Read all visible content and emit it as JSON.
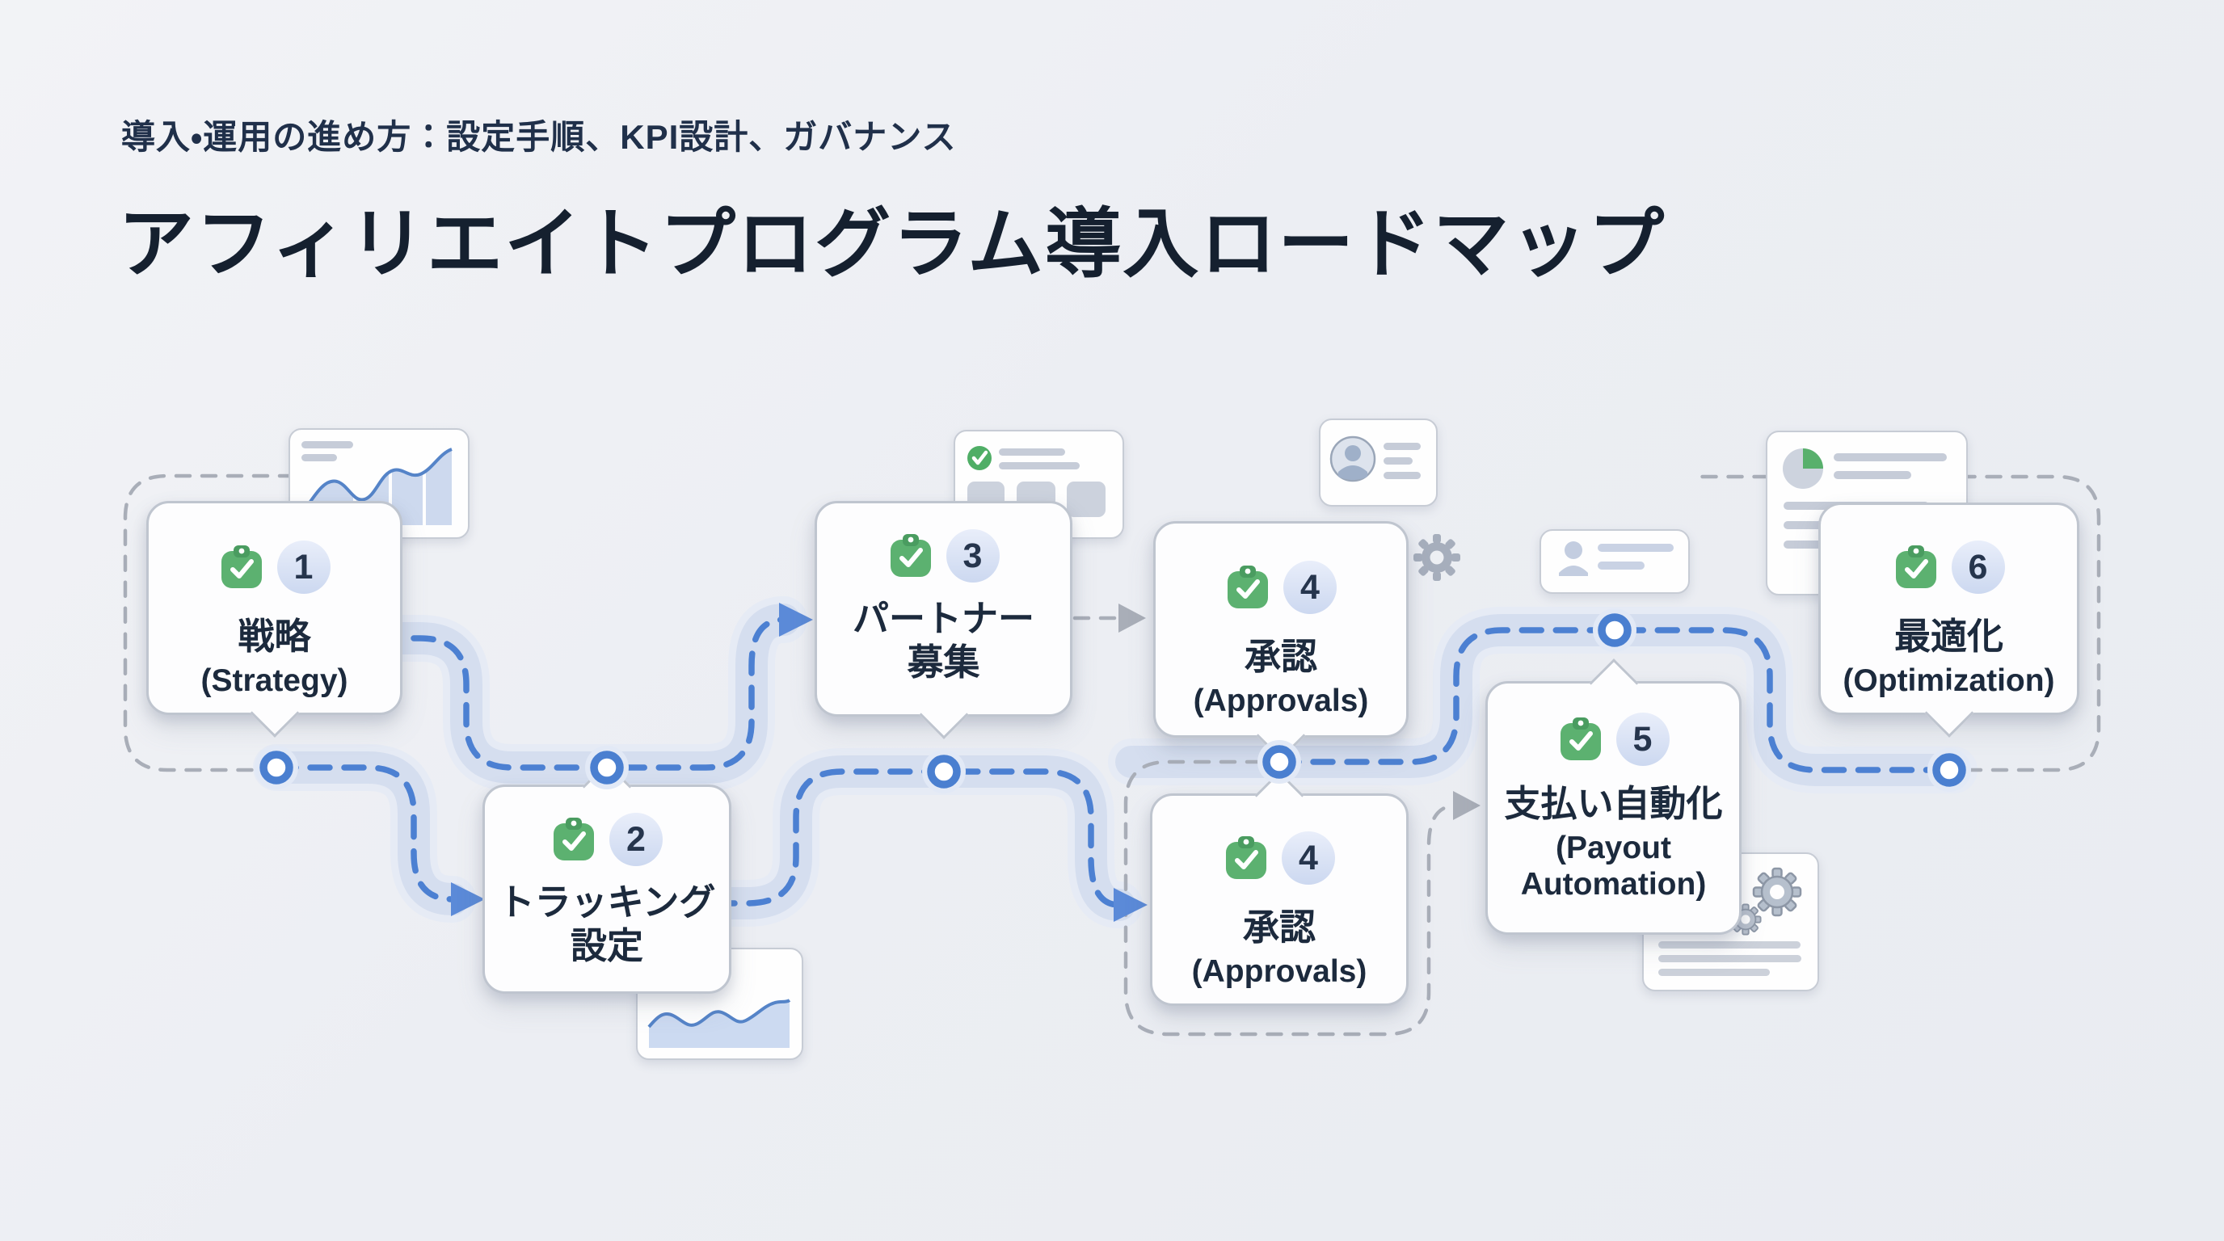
{
  "header": {
    "subtitle": "導入・運用の進め方：設定手順、KPI設計、ガバナンス",
    "title": "アフィリエイトプログラム導入ロードマップ"
  },
  "steps": [
    {
      "num": "1",
      "ja": "戦略",
      "en": "(Strategy)"
    },
    {
      "num": "2",
      "ja": "トラッキング\n設定",
      "en": ""
    },
    {
      "num": "3",
      "ja": "パートナー\n募集",
      "en": ""
    },
    {
      "num": "4",
      "ja": "承認",
      "en": "(Approvals)"
    },
    {
      "num": "4",
      "ja": "承認",
      "en": "(Approvals)"
    },
    {
      "num": "5",
      "ja": "支払い自動化",
      "en": "(Payout\nAutomation)"
    },
    {
      "num": "6",
      "ja": "最適化",
      "en": "(Optimization)"
    }
  ],
  "icons": {
    "clipboard-check-icon": "✓",
    "check-circle-icon": "✓",
    "gear-icon": "⚙",
    "person-icon": "👤",
    "pie-chart-icon": "◔",
    "line-chart-icon": "📈",
    "route-node-icon": "◯",
    "arrow-icon": "➤"
  },
  "colors": {
    "background": "#edeff3",
    "card_bg": "#fdfdfe",
    "card_border": "#bfc5cf",
    "text": "#1c2a3d",
    "road_band": "#d5deef",
    "road_band_halo": "#e6ebf5",
    "route_blue": "#4c80d2",
    "route_gray": "#a9aeb8",
    "arrow_blue": "#5b8ad8",
    "badge_bg": "#d8e1f4",
    "clipboard_green": "#5cb170"
  }
}
